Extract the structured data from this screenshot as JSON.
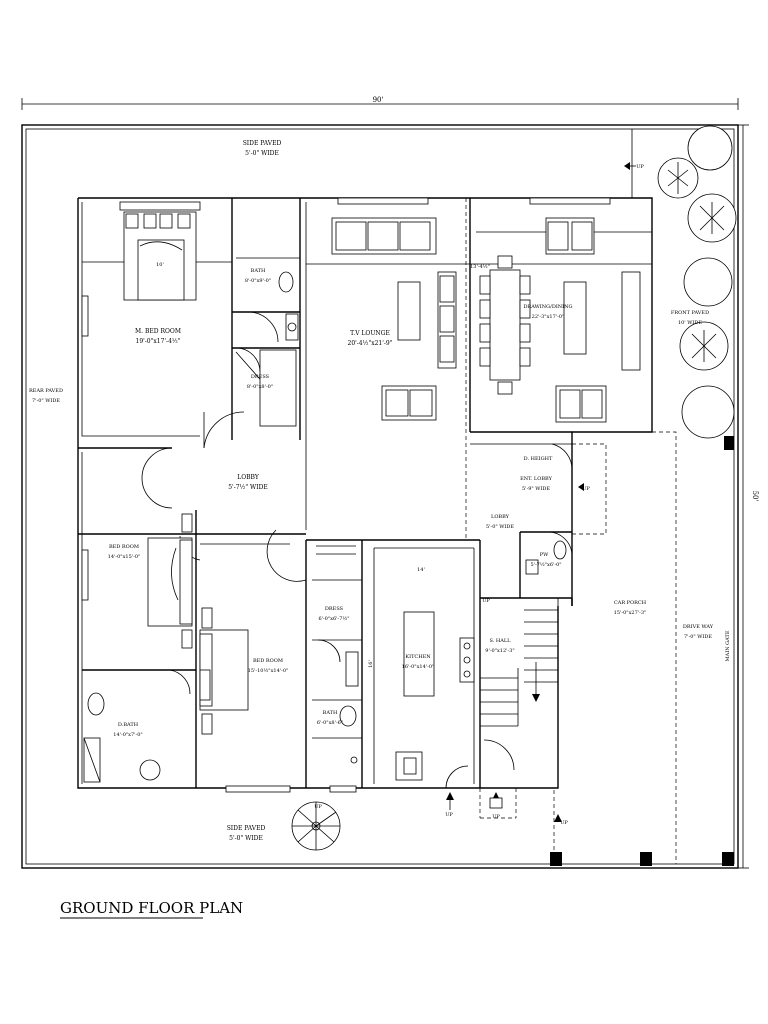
{
  "title": "GROUND FLOOR PLAN",
  "dimensions": {
    "width": "90'",
    "depth": "50'"
  },
  "rooms": [
    {
      "name": "SIDE PAVED",
      "size": "5'-0\" WIDE"
    },
    {
      "name": "M. BED ROOM",
      "size": "19'-0\"x17'-4½\""
    },
    {
      "name": "BATH",
      "size": "8'-0\"x9'-0\""
    },
    {
      "name": "DRESS",
      "size": "8'-0\"x8'-0\""
    },
    {
      "name": "T.V LOUNGE",
      "size": "20'-4½\"x21'-9\""
    },
    {
      "name": "DRAWING/DINING",
      "size": "22'-3\"x17'-0\""
    },
    {
      "name": "FRONT PAVED",
      "size": "10' WIDE"
    },
    {
      "name": "REAR PAVED",
      "size": "7'-0\" WIDE"
    },
    {
      "name": "LOBBY",
      "size": "5'-7½\" WIDE"
    },
    {
      "name": "D. HEIGHT",
      "size": ""
    },
    {
      "name": "ENT. LOBBY",
      "size": "5'-9\" WIDE"
    },
    {
      "name": "LOBBY",
      "size": "5'-0\" WIDE"
    },
    {
      "name": "BED ROOM",
      "size": "14'-0\"x15'-0\""
    },
    {
      "name": "BED ROOM",
      "size": "15'-10½\"x14'-0\""
    },
    {
      "name": "DRESS",
      "size": "6'-0\"x6'-7½\""
    },
    {
      "name": "BATH",
      "size": "6'-0\"x8'-6\""
    },
    {
      "name": "KITCHEN",
      "size": "16'-0\"x14'-0\""
    },
    {
      "name": "S. HALL",
      "size": "9'-0\"x12'-3\""
    },
    {
      "name": "PW",
      "size": "5'-7½\"x6'-0\""
    },
    {
      "name": "CAR PORCH",
      "size": "15'-0\"x27'-3\""
    },
    {
      "name": "DRIVE WAY",
      "size": "7'-0\" WIDE"
    },
    {
      "name": "D.BATH",
      "size": "14'-0\"x7'-0\""
    },
    {
      "name": "SIDE PAVED",
      "size": "5'-0\" WIDE"
    }
  ],
  "annotations": {
    "up": "UP",
    "main_gate": "MAIN GATE",
    "mbed_width": "10'",
    "lounge_offset": "13'-4½\"",
    "kitchen_width": "14'",
    "kitchen_depth": "16'"
  }
}
